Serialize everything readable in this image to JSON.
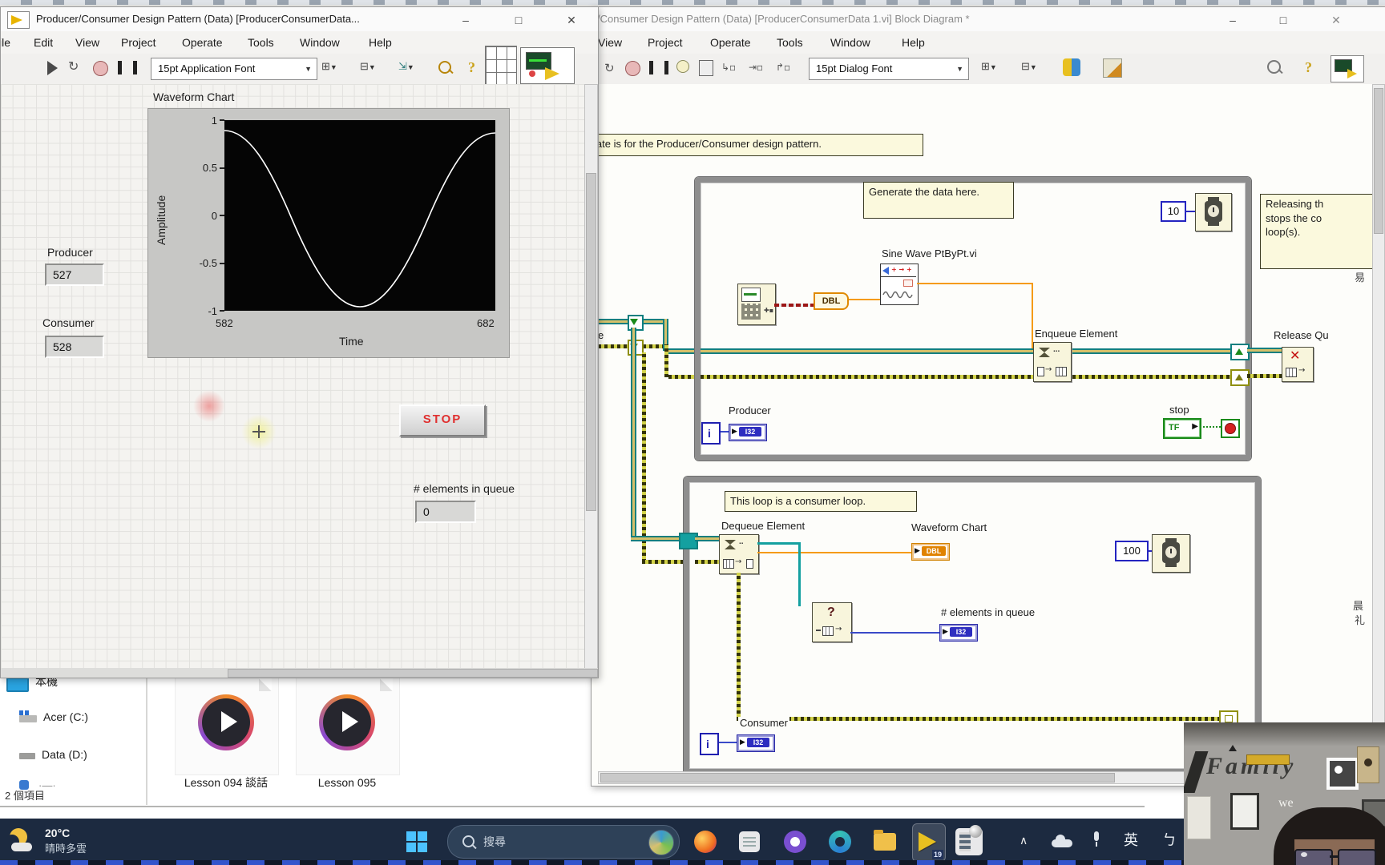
{
  "fp": {
    "title": "Producer/Consumer Design Pattern (Data) [ProducerConsumerData...",
    "winbtns": {
      "min": "–",
      "max": "□",
      "close": "✕"
    },
    "menus": [
      "ile",
      "Edit",
      "View",
      "Project",
      "Operate",
      "Tools",
      "Window",
      "Help"
    ],
    "font_selector": "15pt Application Font",
    "chart": {
      "label": "Waveform Chart",
      "ylabel": "Amplitude",
      "xlabel": "Time",
      "yticks": [
        "1",
        "0.5",
        "0",
        "-0.5",
        "-1"
      ],
      "xticks": [
        "582",
        "682"
      ]
    },
    "producer": {
      "label": "Producer",
      "value": "527"
    },
    "consumer": {
      "label": "Consumer",
      "value": "528"
    },
    "stop_label": "STOP",
    "queue": {
      "label": "# elements in queue",
      "value": "0"
    }
  },
  "chart_data": {
    "type": "line",
    "title": "Waveform Chart",
    "xlabel": "Time",
    "ylabel": "Amplitude",
    "xlim": [
      582,
      682
    ],
    "ylim": [
      -1,
      1
    ],
    "x": [
      582,
      594,
      607,
      619,
      632,
      644,
      657,
      669,
      682
    ],
    "values": [
      1.0,
      0.7,
      0.0,
      -0.7,
      -1.0,
      -0.7,
      0.0,
      0.7,
      0.97
    ],
    "series_color": "#ffffff",
    "plot_background": "#000000"
  },
  "bd": {
    "title": "/Consumer Design Pattern (Data) [ProducerConsumerData 1.vi] Block Diagram *",
    "winbtns": {
      "min": "–",
      "max": "□",
      "close": "✕"
    },
    "menus": [
      "View",
      "Project",
      "Operate",
      "Tools",
      "Window",
      "Help"
    ],
    "font_selector": "15pt Dialog Font",
    "comment_top": "late is for the Producer/Consumer design pattern.",
    "clipped_left_label": "e",
    "producer_loop": {
      "note": "Generate the data here.",
      "wait_ms": "10",
      "sine_label": "Sine Wave PtByPt.vi",
      "dbl_badge": "DBL",
      "enqueue_label": "Enqueue Element",
      "iter_label": "Producer",
      "iter_glyph": "i",
      "i32_glyph": "I32",
      "stop_label": "stop",
      "tf_glyph": "TF"
    },
    "release_label": "Release Qu",
    "note_right": [
      "Releasing th",
      "stops the co",
      "loop(s)."
    ],
    "consumer_loop": {
      "note": "This loop is a consumer loop.",
      "dequeue_label": "Dequeue Element",
      "chart_label": "Waveform Chart",
      "dbl_glyph": "DBL",
      "queue_label": "# elements in queue",
      "i32_glyph": "I32",
      "wait_ms": "100",
      "iter_label": "Consumer",
      "iter_glyph": "i"
    },
    "edge_glyphs": [
      "易",
      "晨",
      "礼"
    ],
    "question_glyph": "?",
    "x_glyph": "✕",
    "sine_mini": "+ → +"
  },
  "explorer": {
    "tree": [
      "本機",
      "Acer (C:)",
      "Data (D:)"
    ],
    "files": [
      "Lesson 094 談話",
      "Lesson 095"
    ],
    "status": "2 個項目"
  },
  "taskbar": {
    "temp": "20°C",
    "weather": "晴時多雲",
    "search_placeholder": "搜尋",
    "ime_lang": "英",
    "ime_mode": "ㄅ",
    "labview_badge": "19",
    "chevron": "∧"
  },
  "webcam": {
    "brand": "Family",
    "brand_sub": "we"
  }
}
